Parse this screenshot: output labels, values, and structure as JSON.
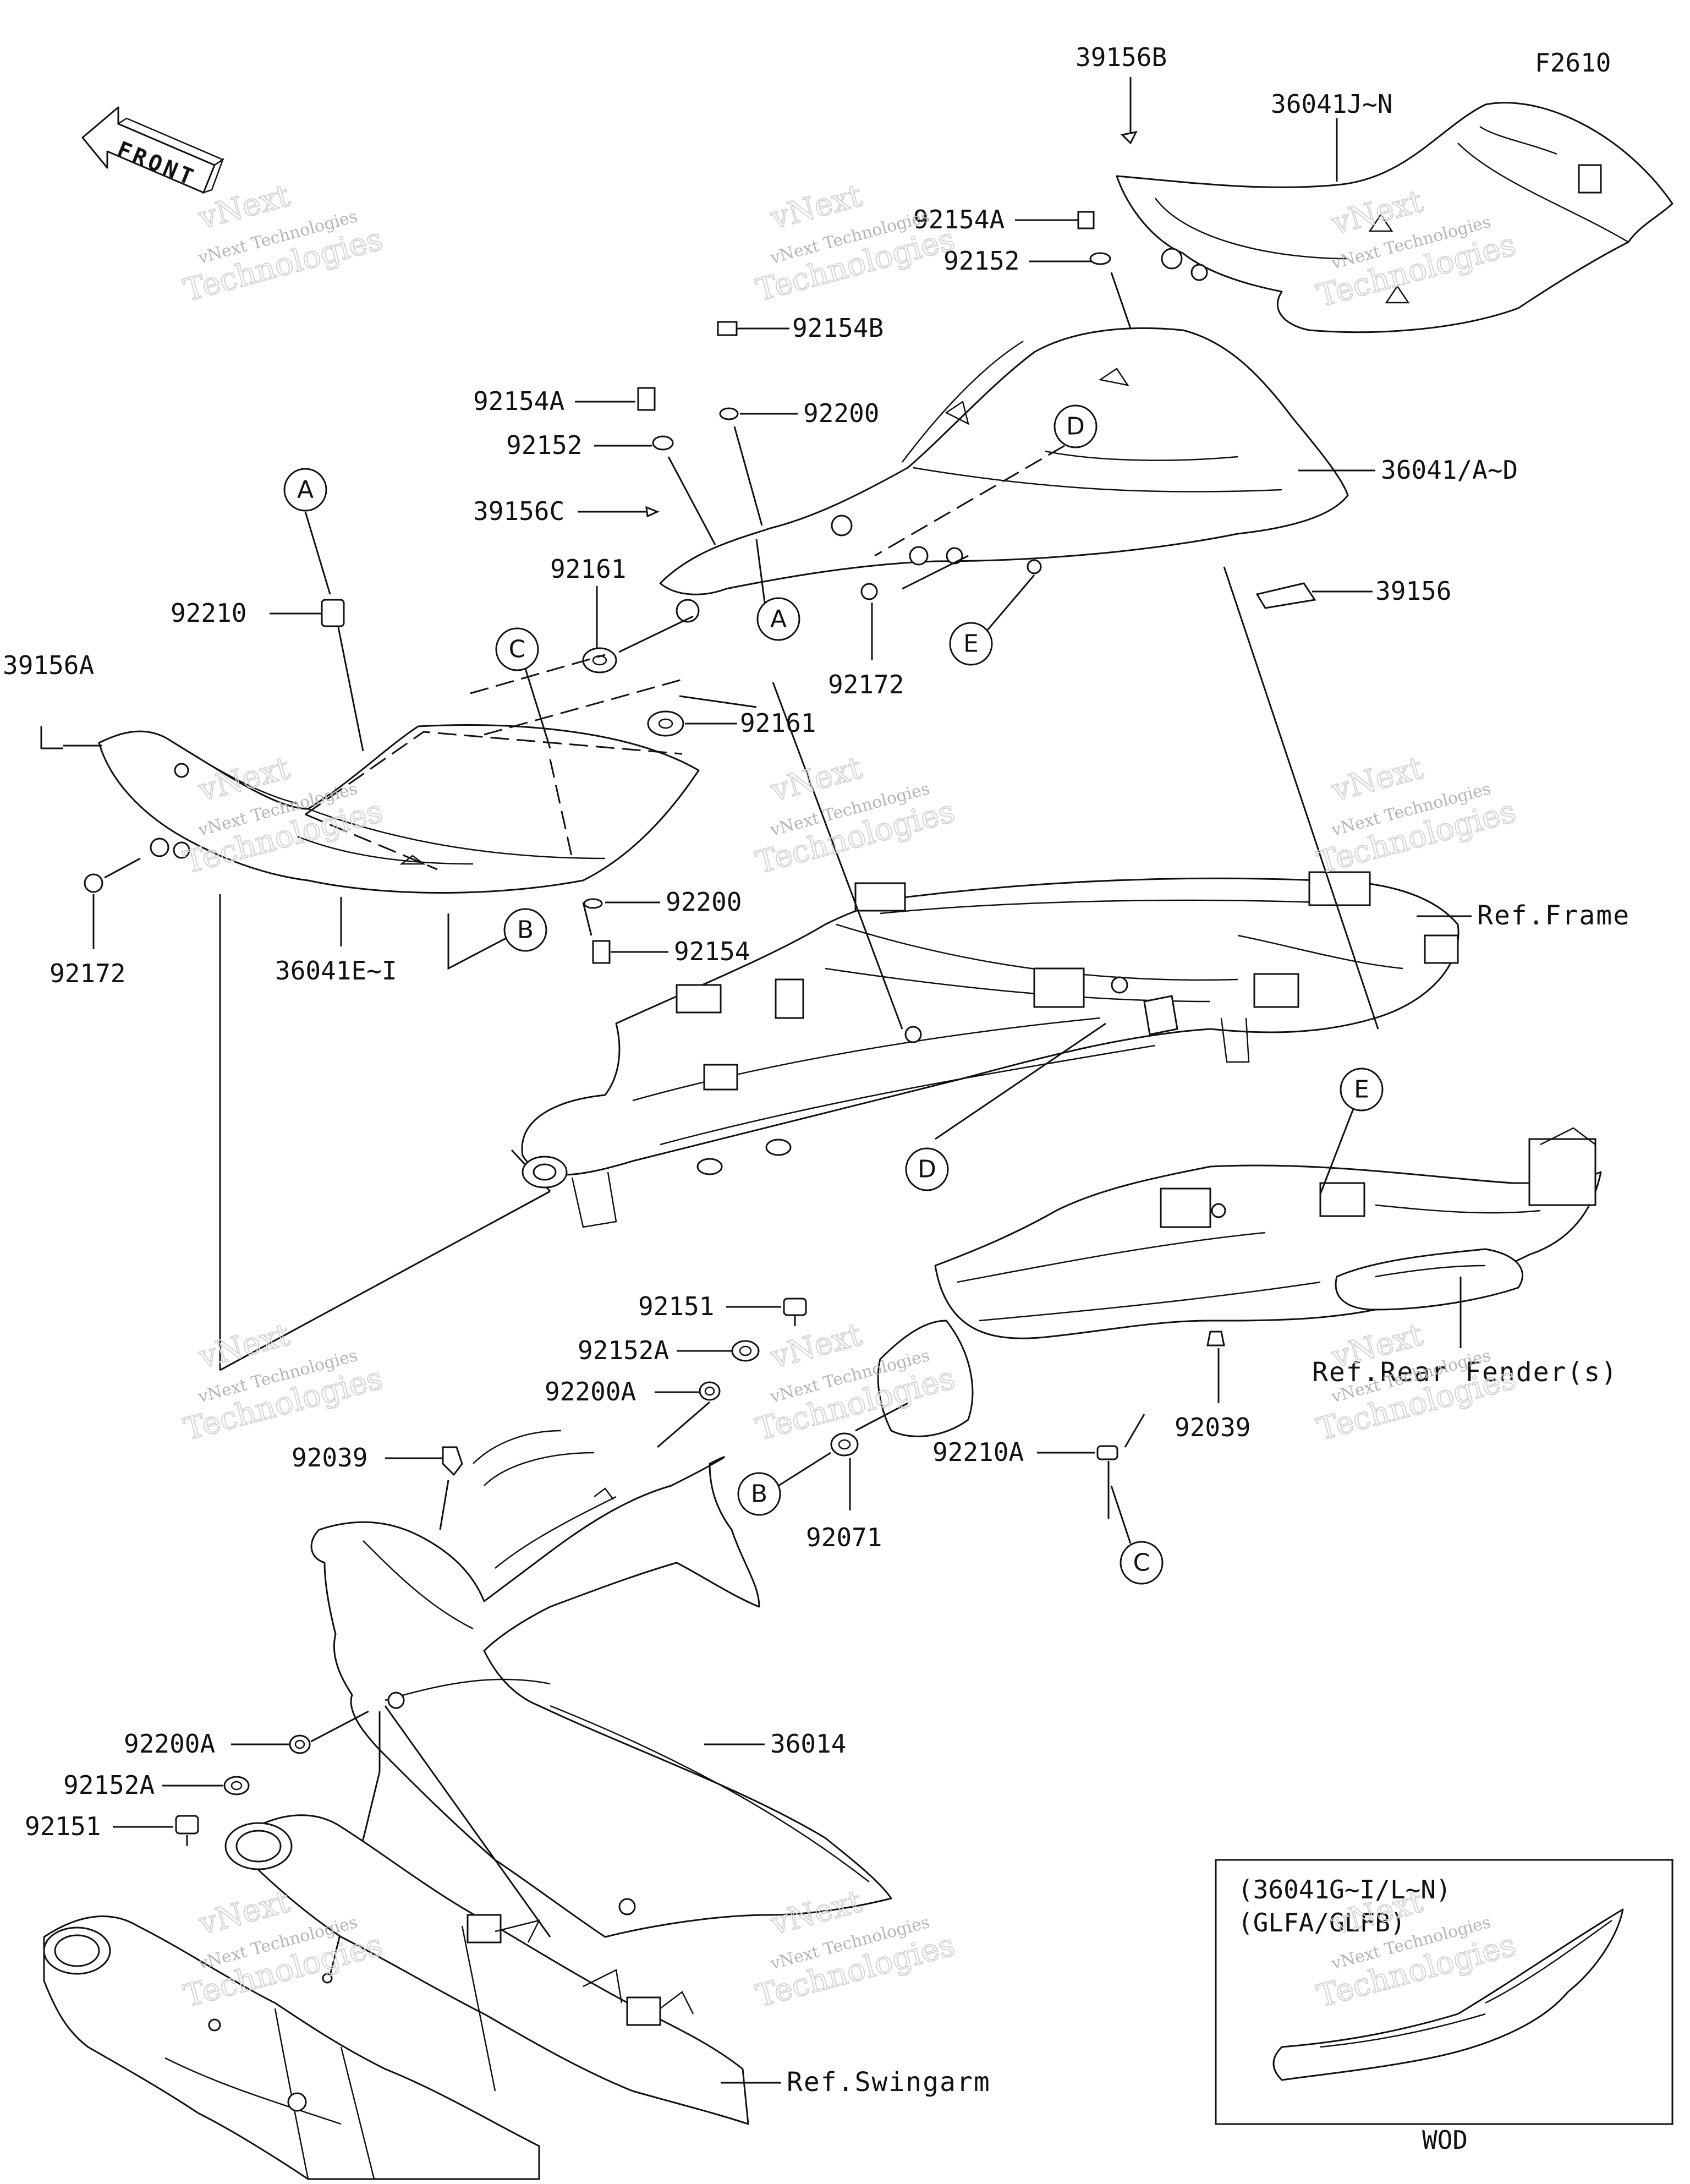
{
  "diagram_code": "F2610",
  "front_arrow": {
    "label": "FRONT",
    "icon": "front-direction-arrow-icon"
  },
  "parts": {
    "p39156B": "39156B",
    "p36041JN": "36041J~N",
    "p92154A_top": "92154A",
    "p92152_top": "92152",
    "p92154B": "92154B",
    "p92154A": "92154A",
    "p92200_top": "92200",
    "p92152": "92152",
    "p36041AD": "36041/A~D",
    "p39156C": "39156C",
    "p92161_left": "92161",
    "p39156": "39156",
    "p92210": "92210",
    "p92172_mid": "92172",
    "p39156A": "39156A",
    "p92161_right": "92161",
    "p92200_mid": "92200",
    "p92154": "92154",
    "p92172_left": "92172",
    "p36041EI": "36041E~I",
    "p92151_mid": "92151",
    "p92152A_mid": "92152A",
    "p92200A_mid": "92200A",
    "p92039_left": "92039",
    "p92039_right": "92039",
    "p92071": "92071",
    "p92210A": "92210A",
    "p92200A_low": "92200A",
    "p92152A_low": "92152A",
    "p92151_low": "92151",
    "p36014": "36014"
  },
  "references": {
    "frame": "Ref.Frame",
    "rear_fender": "Ref.Rear Fender(s)",
    "swingarm": "Ref.Swingarm"
  },
  "callouts": {
    "A": "A",
    "B": "B",
    "C": "C",
    "D": "D",
    "E": "E"
  },
  "inset": {
    "line1": "(36041G~I/L~N)",
    "line2": "(GLFA/GLFB)",
    "caption": "WOD"
  },
  "watermark": {
    "line1": "vNext Technologies",
    "line2": "vNext",
    "line3": "Technologies"
  }
}
